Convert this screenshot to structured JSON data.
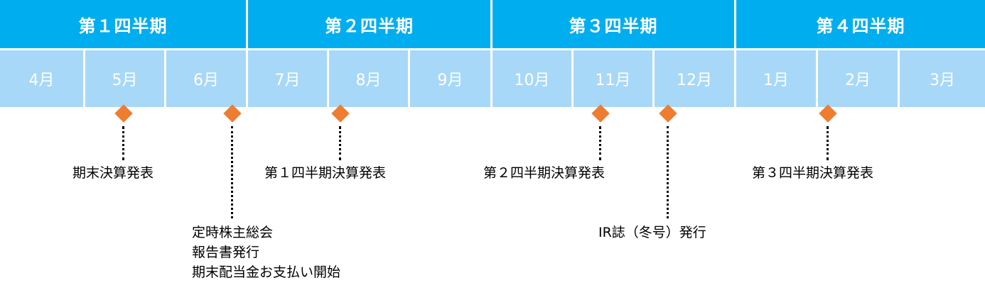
{
  "quarters": [
    {
      "label": "第１四半期"
    },
    {
      "label": "第２四半期"
    },
    {
      "label": "第３四半期"
    },
    {
      "label": "第４四半期"
    }
  ],
  "months": [
    {
      "label": "4月"
    },
    {
      "label": "5月"
    },
    {
      "label": "6月"
    },
    {
      "label": "7月"
    },
    {
      "label": "8月"
    },
    {
      "label": "9月"
    },
    {
      "label": "10月"
    },
    {
      "label": "11月"
    },
    {
      "label": "12月"
    },
    {
      "label": "1月"
    },
    {
      "label": "2月"
    },
    {
      "label": "3月"
    }
  ],
  "events": [
    {
      "lines": [
        "期末決算発表"
      ]
    },
    {
      "lines": [
        "定時株主総会",
        "報告書発行",
        "期末配当金お支払い開始"
      ]
    },
    {
      "lines": [
        "第１四半期決算発表"
      ]
    },
    {
      "lines": [
        "第２四半期決算発表"
      ]
    },
    {
      "lines": [
        "IR誌（冬号）発行"
      ]
    },
    {
      "lines": [
        "第３四半期決算発表"
      ]
    }
  ],
  "colors": {
    "quarter_band": "#00aeef",
    "month_band": "#a8d8f8",
    "marker": "#ee7d31"
  }
}
